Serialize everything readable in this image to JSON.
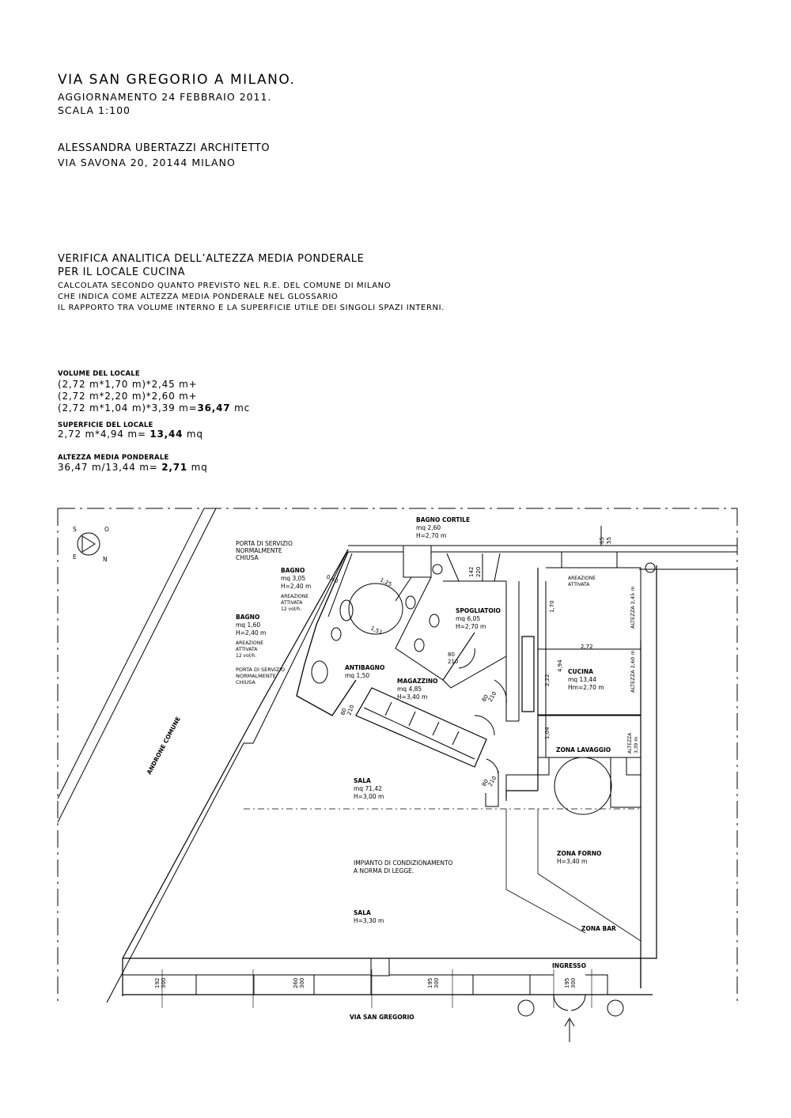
{
  "header": {
    "title": "VIA SAN GREGORIO A MILANO.",
    "update": "AGGIORNAMENTO 24 FEBBRAIO 2011.",
    "scale": "SCALA 1:100",
    "architect": "ALESSANDRA UBERTAZZI ARCHITETTO",
    "address": "VIA SAVONA 20, 20144 MILANO"
  },
  "verification": {
    "heading1": "VERIFICA ANALITICA DELL’ALTEZZA MEDIA PONDERALE",
    "heading2": "PER IL LOCALE CUCINA",
    "line1": "CALCOLATA SECONDO QUANTO PREVISTO NEL R.E. DEL COMUNE DI MILANO",
    "line2": "CHE INDICA COME ALTEZZA MEDIA PONDERALE NEL GLOSSARIO",
    "line3": "IL RAPPORTO TRA VOLUME INTERNO E LA SUPERFICIE UTILE DEI SINGOLI SPAZI INTERNI."
  },
  "calc": {
    "volume_label": "VOLUME DEL LOCALE",
    "volume_1": "(2,72 m*1,70 m)*2,45 m+",
    "volume_2": "(2,72 m*2,20 m)*2,60 m+",
    "volume_3a": "(2,72 m*1,04 m)*3,39 m=",
    "volume_3b": "36,47",
    "volume_3c": " mc",
    "surface_label": "SUPERFICIE DEL LOCALE",
    "surface_a": "2,72 m*4,94 m= ",
    "surface_b": "13,44",
    "surface_c": " mq",
    "height_label": "ALTEZZA MEDIA PONDERALE",
    "height_a": "36,47 m/13,44 m= ",
    "height_b": "2,71",
    "height_c": " mq"
  },
  "plan": {
    "compass": [
      "S",
      "O",
      "E",
      "N"
    ],
    "rooms": {
      "bagno_cortile": {
        "name": "BAGNO CORTILE",
        "area": "mq 2,60",
        "height": "H=2,70 m"
      },
      "porta_servizio_top": [
        "PORTA DI SERVIZIO",
        "NORMALMENTE",
        "CHIUSA"
      ],
      "bagno1": {
        "name": "BAGNO",
        "area": "mq 3,05",
        "height": "H=2,40 m"
      },
      "areazione1": [
        "AREAZIONE",
        "ATTIVATA",
        "12 vol/h."
      ],
      "bagno2": {
        "name": "BAGNO",
        "area": "mq 1,60",
        "height": "H=2,40 m"
      },
      "areazione2": [
        "AREAZIONE",
        "ATTIVATA",
        "12 vol/h."
      ],
      "porta_servizio_left": [
        "PORTA DI SERVIZIO",
        "NORMALMENTE",
        "CHIUSA"
      ],
      "antibagno": {
        "name": "ANTIBAGNO",
        "area": "mq 1,50"
      },
      "spogliatoio": {
        "name": "SPOGLIATOIO",
        "area": "mq 6,05",
        "height": "H=2,70 m"
      },
      "magazzino": {
        "name": "MAGAZZINO",
        "area": "mq 4,85",
        "height": "H=3,40 m"
      },
      "areazione_cucina": [
        "AREAZIONE",
        "ATTIVATA"
      ],
      "cucina": {
        "name": "CUCINA",
        "area": "mq 13,44",
        "height": "Hm=2,70 m"
      },
      "zona_lavaggio": "ZONA LAVAGGIO",
      "androne": "ANDRONE COMUNE",
      "sala1": {
        "name": "SALA",
        "area": "mq 71,42",
        "height": "H=3,00 m"
      },
      "impianto": [
        "IMPIANTO DI CONDIZIONAMENTO",
        "A NORMA DI LEGGE."
      ],
      "zona_forno": {
        "name": "ZONA FORNO",
        "height": "H=3,40 m"
      },
      "sala2": {
        "name": "SALA",
        "height": "H=3,30 m"
      },
      "zona_bar": "ZONA BAR",
      "ingresso": "INGRESSO",
      "street": "VIA SAN GREGORIO"
    },
    "dims": {
      "d065": "65",
      "d055": "55",
      "d142": "142",
      "d220": "220",
      "d040": "0,40",
      "d125": "1,25",
      "d151": "1,51",
      "d170": "1,70",
      "d272": "2,72",
      "d494": "4,94",
      "d222": "2,22",
      "d104": "1,04",
      "alt245": "ALTEZZA 2,45 m",
      "alt260": "ALTEZZA 2,60 m",
      "alt339a": "ALTEZZA",
      "alt339b": "3,39 m",
      "door80": "80",
      "door210": "210",
      "door60": "60",
      "w192": "192",
      "w300a": "300",
      "w260": "260",
      "w300b": "300",
      "w195a": "195",
      "w300c": "300",
      "w195b": "195",
      "w300d": "300"
    }
  }
}
